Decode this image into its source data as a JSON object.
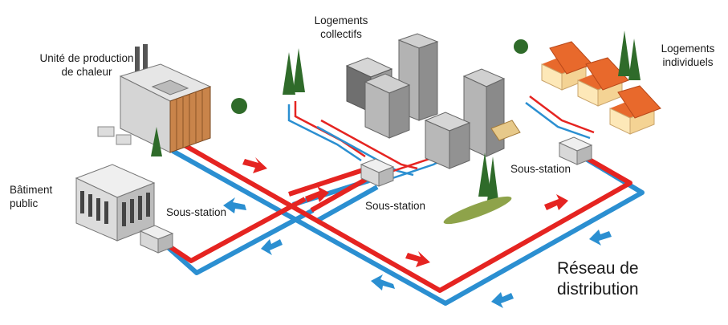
{
  "labels": {
    "production": [
      "Unité de production",
      "de chaleur"
    ],
    "public": [
      "Bâtiment",
      "public"
    ],
    "collectifs": [
      "Logements",
      "collectifs"
    ],
    "individuels": [
      "Logements",
      "individuels"
    ],
    "sous_station_1": "Sous-station",
    "sous_station_2": "Sous-station",
    "sous_station_3": "Sous-station",
    "reseau": [
      "Réseau de",
      "distribution"
    ]
  },
  "colors": {
    "supply_pipe": "#e52421",
    "return_pipe": "#2b8fd1",
    "building_gray": "#a9a9a9",
    "roof_orange": "#e8692c",
    "wood_facade": "#c9844a",
    "tree_green": "#2f6b2a"
  }
}
